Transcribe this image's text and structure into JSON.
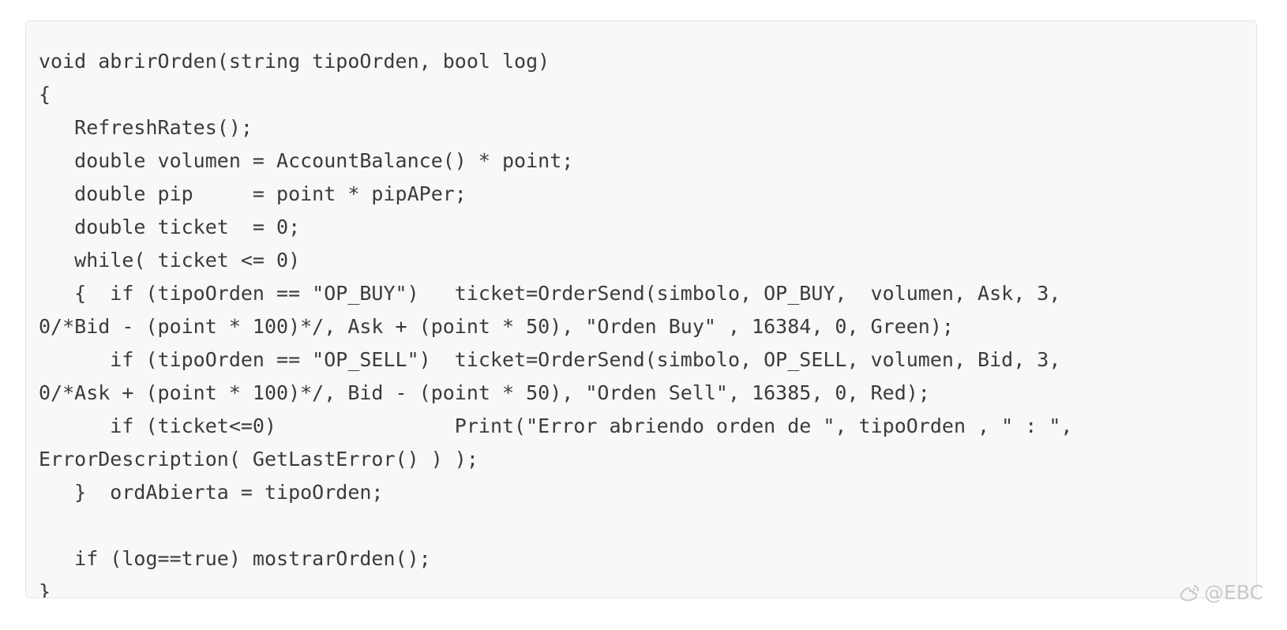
{
  "code": {
    "lines": [
      "void abrirOrden(string tipoOrden, bool log)",
      "{",
      "   RefreshRates();",
      "   double volumen = AccountBalance() * point;",
      "   double pip     = point * pipAPer;",
      "   double ticket  = 0;",
      "   while( ticket <= 0)",
      "   {  if (tipoOrden == \"OP_BUY\")   ticket=OrderSend(simbolo, OP_BUY,  volumen, Ask, 3,",
      "0/*Bid - (point * 100)*/, Ask + (point * 50), \"Orden Buy\" , 16384, 0, Green);",
      "      if (tipoOrden == \"OP_SELL\")  ticket=OrderSend(simbolo, OP_SELL, volumen, Bid, 3,",
      "0/*Ask + (point * 100)*/, Bid - (point * 50), \"Orden Sell\", 16385, 0, Red);",
      "      if (ticket<=0)               Print(\"Error abriendo orden de \", tipoOrden , \" : \",",
      "ErrorDescription( GetLastError() ) );",
      "   }  ordAbierta = tipoOrden;",
      "",
      "   if (log==true) mostrarOrden();",
      "}"
    ]
  },
  "watermark": {
    "icon": "weibo-logo-icon",
    "text": "@EBC"
  }
}
